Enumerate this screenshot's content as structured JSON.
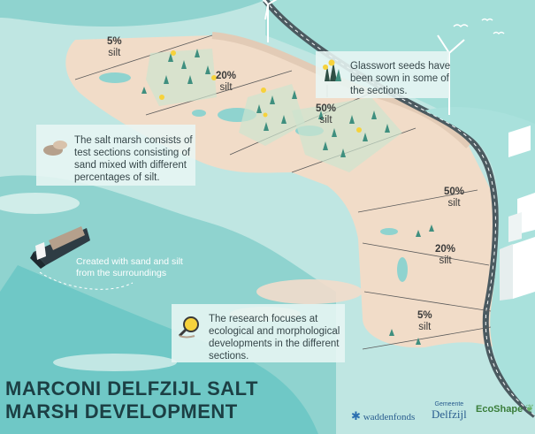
{
  "colors": {
    "sea": "#bfe6e2",
    "deep_sea": "#68c6c4",
    "sand": "#f1dcc8",
    "road": "#4b5a60",
    "callout_bg": "#e8f6f4",
    "title": "#1c3f44"
  },
  "title": {
    "line1": "MARCONI DELFZIJL SALT",
    "line2": "MARSH DEVELOPMENT"
  },
  "callouts": {
    "glasswort": {
      "icon": "glasswort-plant-icon",
      "lines": [
        "Glasswort seeds have",
        "been sown in some of",
        "the sections."
      ]
    },
    "salt_marsh": {
      "icon": "sand-silt-pile-icon",
      "lines": [
        "The salt marsh consists of",
        "test sections consisting of",
        "sand mixed with different",
        "percentages of silt."
      ]
    },
    "research": {
      "icon": "magnifier-icon",
      "lines": [
        "The research focuses at",
        "ecological and morphological",
        "developments in the different",
        "sections."
      ]
    }
  },
  "ship_label": {
    "lines": [
      "Created with sand and silt",
      "from the surroundings"
    ]
  },
  "sections": [
    {
      "value": "5%",
      "unit": "silt"
    },
    {
      "value": "20%",
      "unit": "silt"
    },
    {
      "value": "50%",
      "unit": "silt"
    },
    {
      "value": "50%",
      "unit": "silt"
    },
    {
      "value": "20%",
      "unit": "silt"
    },
    {
      "value": "5%",
      "unit": "silt"
    }
  ],
  "logos": {
    "waddenfonds": "waddenfonds",
    "gemeente_small": "Gemeente",
    "delfzijl": "Delfzijl",
    "ecoshape": "EcoShape"
  }
}
